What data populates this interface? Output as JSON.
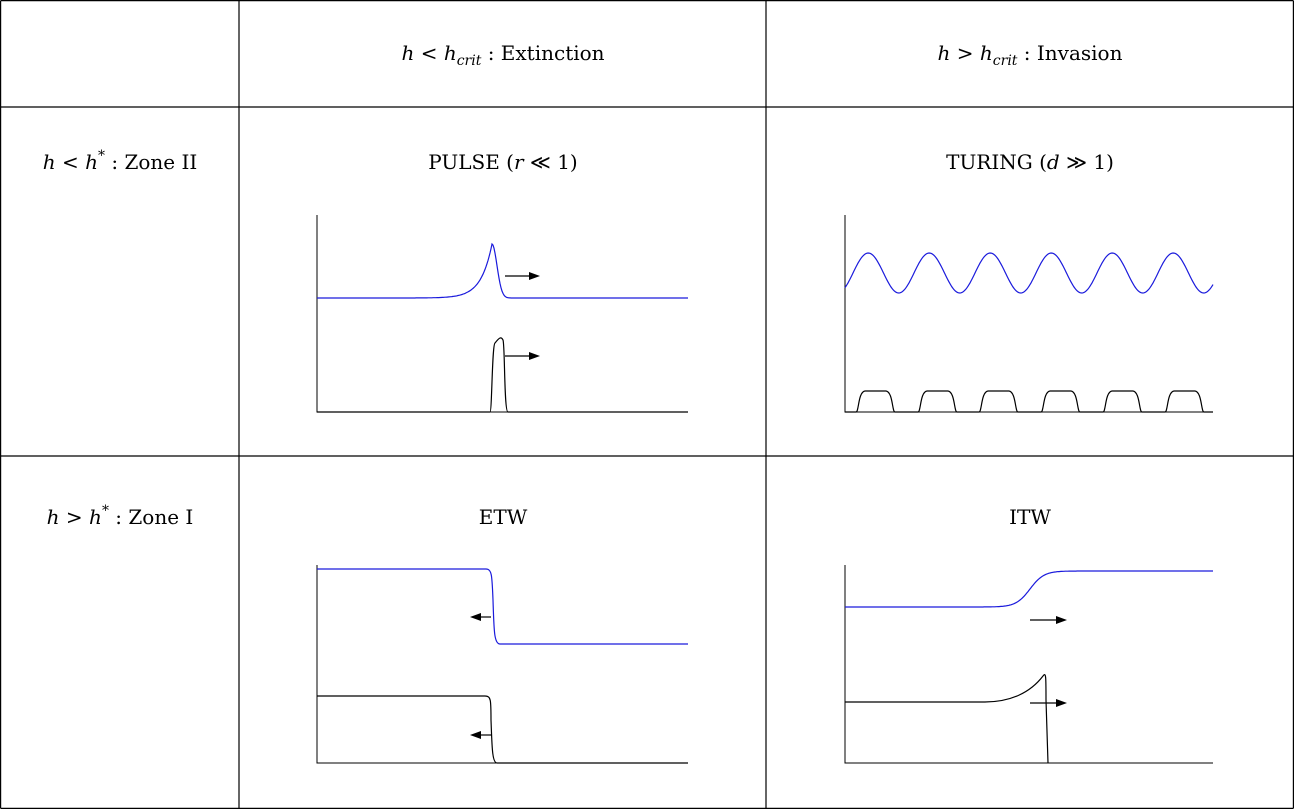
{
  "header": {
    "col1": {
      "var": "h",
      "rel": "<",
      "sym": "h",
      "sub": "crit",
      "label": ": Extinction"
    },
    "col2": {
      "var": "h",
      "rel": ">",
      "sym": "h",
      "sub": "crit",
      "label": ": Invasion"
    }
  },
  "rows": {
    "zone2": {
      "var": "h",
      "rel": "<",
      "sym": "h",
      "sup": "*",
      "label": ": Zone II"
    },
    "zone1": {
      "var": "h",
      "rel": ">",
      "sym": "h",
      "sup": "*",
      "label": ": Zone I"
    }
  },
  "cells": {
    "pulse": {
      "title": "PULSE (",
      "param": "r",
      "cond": "≪ 1)"
    },
    "turing": {
      "title": "TURING (",
      "param": "d",
      "cond": "≫ 1)"
    },
    "etw": {
      "title": "ETW"
    },
    "itw": {
      "title": "ITW"
    }
  },
  "colors": {
    "upper_curve": "#1a1adc",
    "lower_curve": "#000000"
  }
}
